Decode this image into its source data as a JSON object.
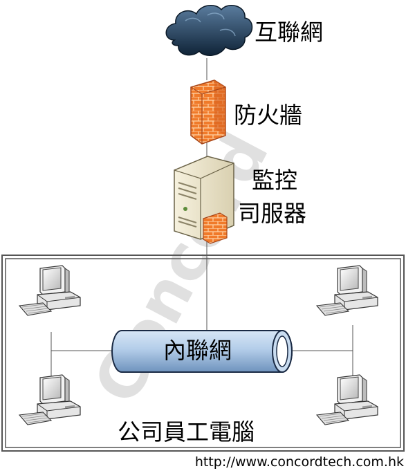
{
  "labels": {
    "internet": "互聯網",
    "firewall": "防火牆",
    "server_line1": "監控",
    "server_line2": "司服器",
    "intranet": "內聯網",
    "employees": "公司員工電腦"
  },
  "footer": {
    "url": "http://www.concordtech.com.hk"
  },
  "watermark": {
    "text": "Concord"
  },
  "icons": {
    "internet": "cloud-icon",
    "firewall": "brick-wall-icon",
    "server": "server-tower-icon",
    "intranet": "pipe-cylinder-icon",
    "computer": "desktop-computer-icon"
  },
  "colors": {
    "cloud": "#1f3b57",
    "firewall": "#f07a2a",
    "server": "#e8e1c8",
    "pipe": "#a9c6e6",
    "frame": "#555555",
    "computer_body": "#e9e9e9",
    "watermark": "#c8c8c8"
  }
}
